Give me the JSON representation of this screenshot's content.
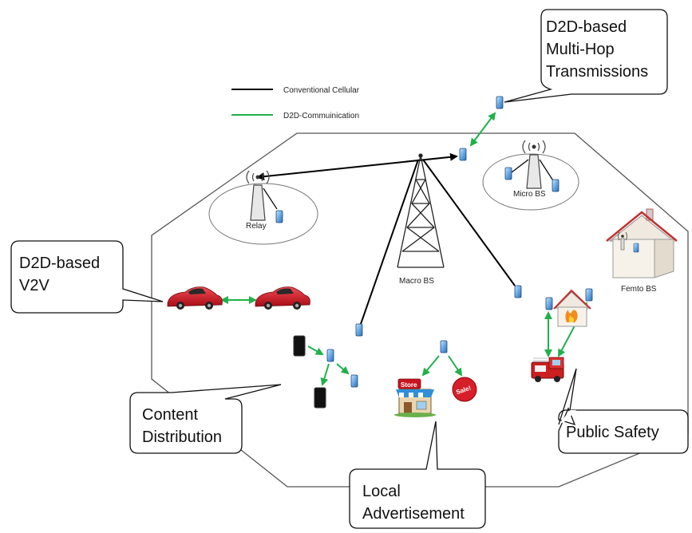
{
  "legend": {
    "conventional": "Conventional Cellular",
    "d2d": "D2D-Commuinication"
  },
  "labels": {
    "relay": "Relay",
    "micro_bs": "Micro BS",
    "macro_bs": "Macro BS",
    "femto_bs": "Femto BS",
    "store_sign": "Store",
    "sale_sign": "Sale!"
  },
  "callouts": {
    "multihop": [
      "D2D-based",
      "Multi-Hop",
      "Transmissions"
    ],
    "v2v": [
      "D2D-based",
      "V2V"
    ],
    "content": [
      "Content",
      "Distribution"
    ],
    "advert": [
      "Local",
      "Advertisement"
    ],
    "safety": [
      "Public Safety"
    ]
  },
  "colors": {
    "conventional": "#000000",
    "d2d": "#22b04b",
    "car": "#c8141e",
    "phone": "#4a90d9",
    "truck": "#cc1f1f"
  }
}
